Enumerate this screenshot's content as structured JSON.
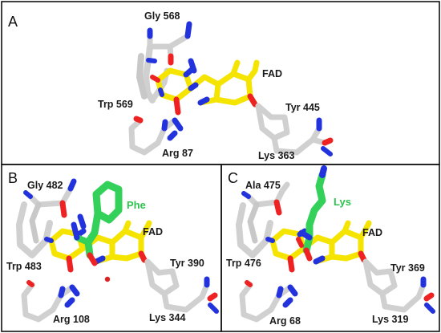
{
  "colors": {
    "frame": "#111111",
    "carbon_protein": "#d0d0d0",
    "carbon_fad": "#f5e400",
    "carbon_ligand": "#33d159",
    "nitrogen": "#2233dd",
    "oxygen": "#ee2222",
    "water": "#dd2222",
    "label_text": "#1a1a1a",
    "ligand_label_text": "#2ec24f"
  },
  "panels": [
    {
      "letter": "A",
      "fad_label": "FAD",
      "residues": [
        "Gly 568",
        "Trp 569",
        "Arg 87",
        "Tyr 445",
        "Lys 363"
      ]
    },
    {
      "letter": "B",
      "fad_label": "FAD",
      "ligand_label": "Phe",
      "residues": [
        "Gly 482",
        "Trp 483",
        "Arg 108",
        "Tyr 390",
        "Lys 344"
      ]
    },
    {
      "letter": "C",
      "fad_label": "FAD",
      "ligand_label": "Lys",
      "residues": [
        "Ala 475",
        "Trp 476",
        "Arg 68",
        "Tyr 369",
        "Lys 319"
      ]
    }
  ]
}
